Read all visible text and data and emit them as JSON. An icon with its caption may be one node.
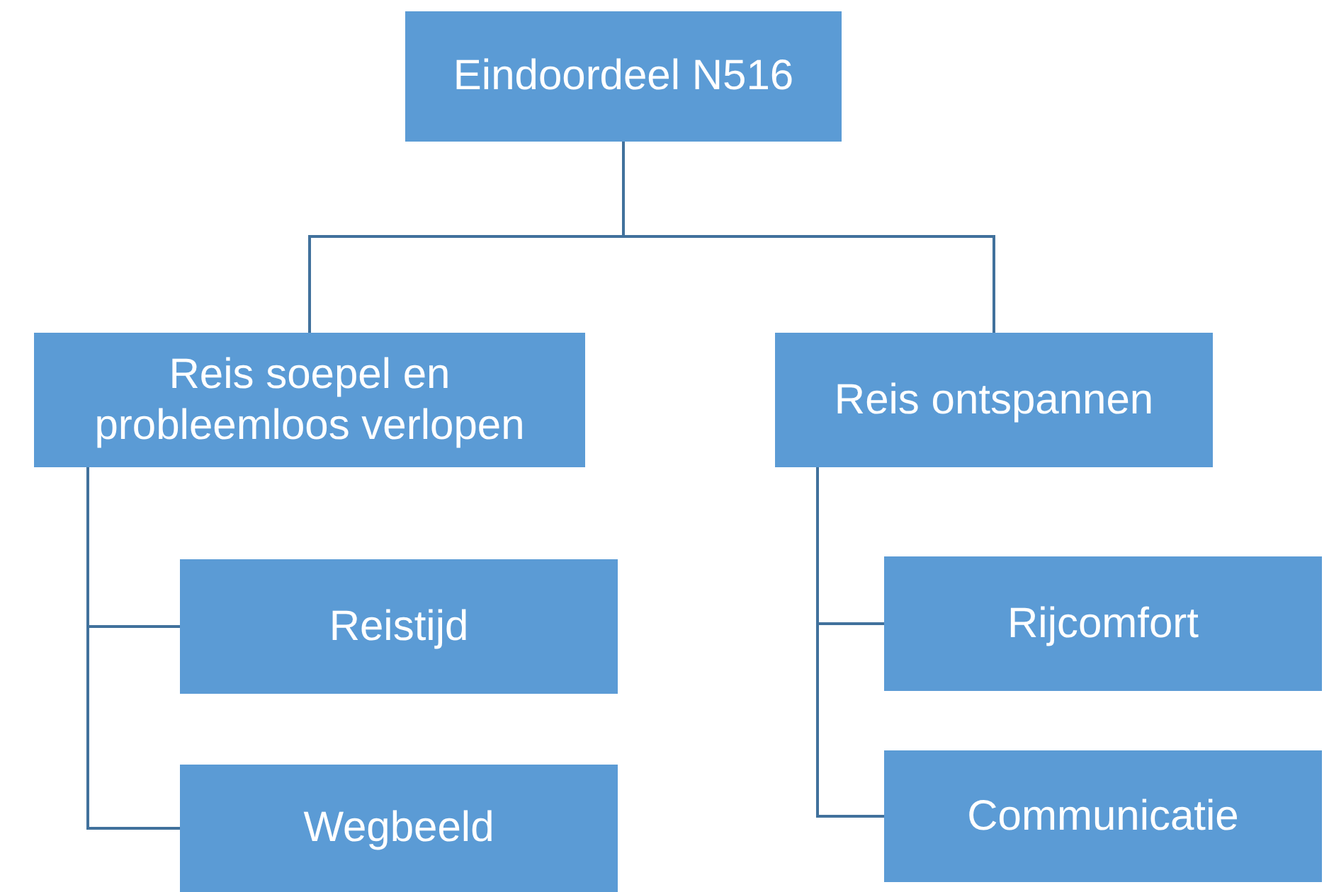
{
  "diagram": {
    "nodes": [
      {
        "text": [
          "Eindoordeel N516"
        ]
      },
      {
        "text": [
          "Reis soepel en probleemloos verlopen"
        ]
      },
      {
        "text": [
          "Reis ontspannen"
        ]
      },
      {
        "text": [
          "Reistijd"
        ]
      },
      {
        "text": [
          "Wegbeeld"
        ]
      },
      {
        "text": [
          "Rijcomfort"
        ]
      },
      {
        "text": [
          "Communicatie"
        ]
      }
    ],
    "edges": [
      {
        "from": 0,
        "to": 1,
        "arrow": "none"
      },
      {
        "from": 0,
        "to": 2,
        "arrow": "none"
      },
      {
        "from": 1,
        "to": 3,
        "arrow": "none"
      },
      {
        "from": 1,
        "to": 4,
        "arrow": "none"
      },
      {
        "from": 2,
        "to": 5,
        "arrow": "none"
      },
      {
        "from": 2,
        "to": 6,
        "arrow": "none"
      }
    ]
  }
}
